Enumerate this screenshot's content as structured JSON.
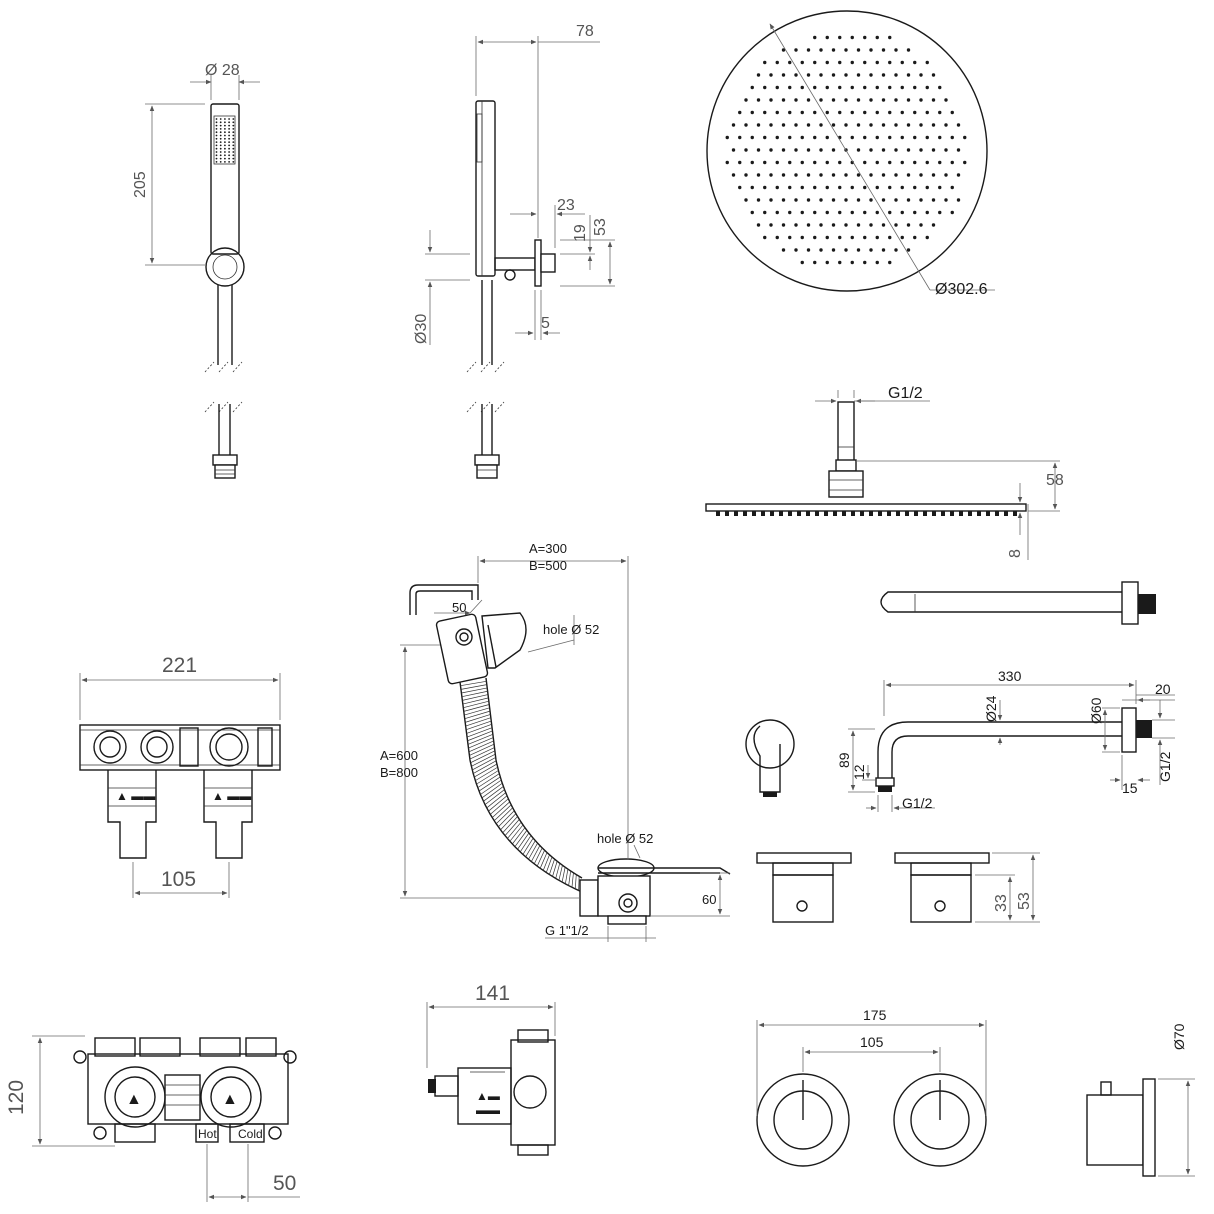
{
  "handset_front": {
    "diameter": "Ø 28",
    "length": "205"
  },
  "handset_side": {
    "depth": "78",
    "bracket_depth": "23",
    "bracket_offset": "19",
    "bracket_height": "53",
    "wall_plate": "Ø30",
    "gap": "5"
  },
  "shower_head_top": {
    "diameter": "Ø302.6"
  },
  "shower_head_side": {
    "thread": "G1/2",
    "height": "58",
    "thickness": "8"
  },
  "valve_two_outlet_front": {
    "width": "221",
    "spacing": "105"
  },
  "bath_filler": {
    "reach": "A=300",
    "reach_alt": "B=500",
    "lever": "50",
    "hole_top": "hole Ø 52",
    "height": "A=600",
    "height_alt": "B=800",
    "hole_bottom": "hole Ø 52",
    "waste_height": "60",
    "thread": "G 1\"1/2"
  },
  "wall_arm": {
    "length": "330",
    "flange_depth": "20",
    "tube_diameter": "Ø24",
    "flange_diameter": "Ø60",
    "height": "89",
    "drop": "12",
    "outlet_thread": "G1/2",
    "inlet_thread": "G1/2",
    "gap": "15"
  },
  "control_side": {
    "body_height": "33",
    "total_height": "53"
  },
  "valve_two_outlet_top": {
    "depth": "120",
    "offset": "50",
    "label_hot": "Hot",
    "label_cold": "Cold"
  },
  "valve_single_side": {
    "width": "141"
  },
  "plate_front": {
    "width": "175",
    "spacing": "105"
  },
  "handle_side": {
    "diameter": "Ø70"
  }
}
